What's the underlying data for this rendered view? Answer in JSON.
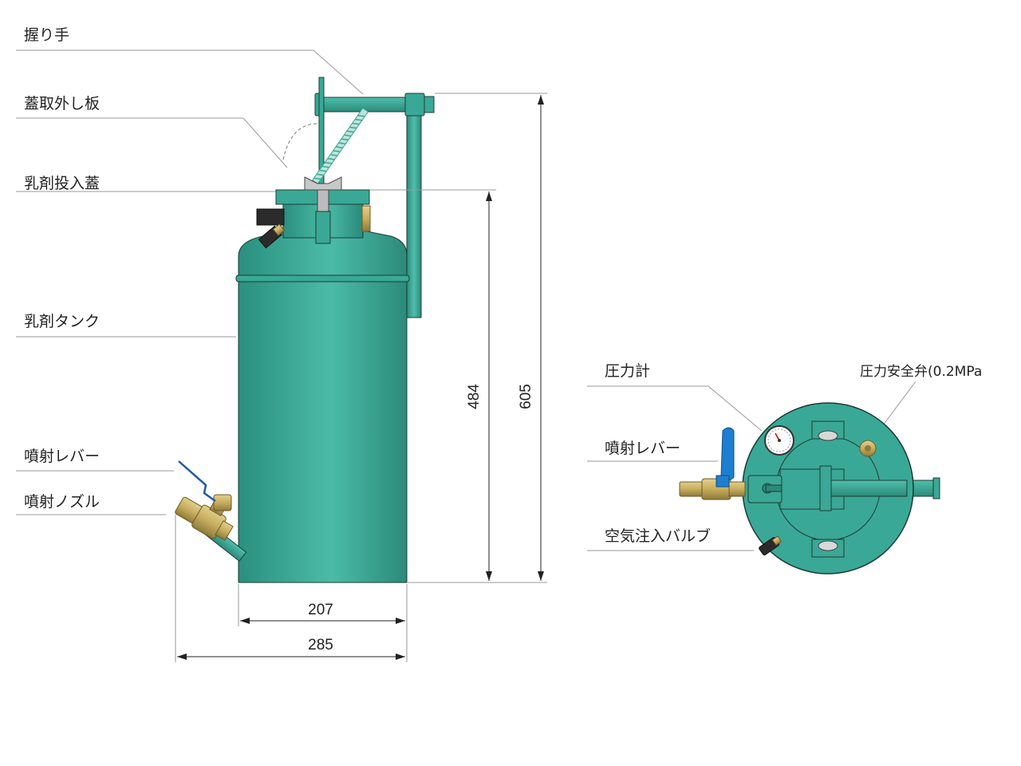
{
  "colors": {
    "tank": "#3aa896",
    "tank_dark": "#2c8a7a",
    "tank_light": "#4fbfac",
    "brass": "#c8b06a",
    "lever_blue": "#1e7fd1",
    "outline": "#1d3b36"
  },
  "side_view": {
    "labels": {
      "handle": "握り手",
      "lid_plate": "蓋取外し板",
      "lid": "乳剤投入蓋",
      "tank": "乳剤タンク",
      "lever": "噴射レバー",
      "nozzle": "噴射ノズル"
    },
    "dimensions": {
      "body_width": "207",
      "overall_width": "285",
      "body_height": "484",
      "overall_height": "605"
    }
  },
  "top_view": {
    "labels": {
      "gauge": "圧力計",
      "safety_valve": "圧力安全弁(0.2MPa",
      "lever": "噴射レバー",
      "air_valve": "空気注入バルブ"
    }
  },
  "icons": [
    "pressure-gauge-icon",
    "wing-nut-icon",
    "ball-valve-icon"
  ]
}
